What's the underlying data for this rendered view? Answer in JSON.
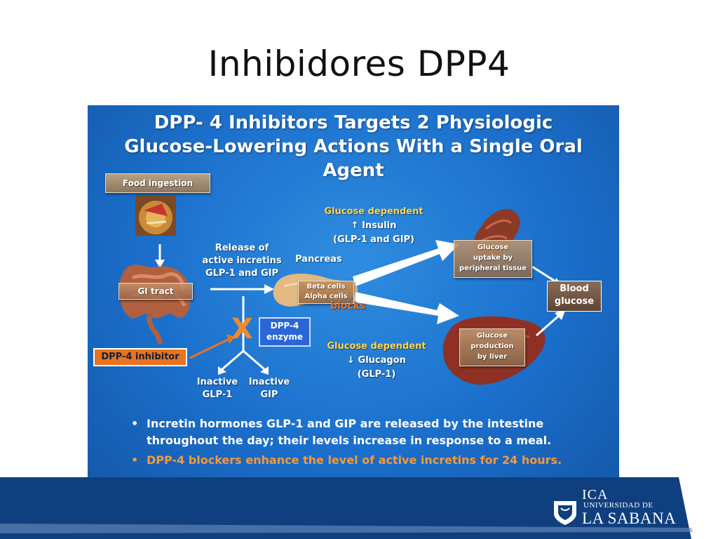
{
  "slide": {
    "title": "Inhibidores DPP4"
  },
  "diagram": {
    "heading_lines": [
      "DPP- 4 Inhibitors Targets 2 Physiologic",
      "Glucose-Lowering Actions With a Single Oral",
      "Agent"
    ],
    "food_ingestion": "Food ingestion",
    "gi_tract": "GI tract",
    "release_lines": [
      "Release of",
      "active incretins",
      "GLP-1 and GIP"
    ],
    "pancreas": "Pancreas",
    "beta_cells": "Beta cells",
    "alpha_cells": "Alpha cells",
    "blocks": "blocks",
    "dpp4_enzyme_lines": [
      "DPP-4",
      "enzyme"
    ],
    "x_mark": "X",
    "dpp4_inhibitor": "DPP-4 inhibitor",
    "inactive_glp1_lines": [
      "Inactive",
      "GLP-1"
    ],
    "inactive_gip_lines": [
      "Inactive",
      "GIP"
    ],
    "insulin_path": {
      "condition": "Glucose dependent",
      "hormone": "↑ Insulin",
      "source": "(GLP-1 and GIP)"
    },
    "glucagon_path": {
      "condition": "Glucose dependent",
      "hormone": "↓ Glucagon",
      "source": "(GLP-1)"
    },
    "uptake_box_lines": [
      "Glucose",
      "uptake by",
      "peripheral tissue"
    ],
    "production_box_lines": [
      "Glucose",
      "production",
      "by liver"
    ],
    "blood_glucose_lines": [
      "Blood",
      "glucose"
    ],
    "bullets": [
      "Incretin hormones GLP-1 and GIP are released by the intestine throughout the day; their levels increase in response to a meal.",
      "DPP-4 blockers enhance the level of active incretins for 24 hours."
    ]
  },
  "logo": {
    "top": "ICA",
    "middle": "UNIVERSIDAD DE",
    "main": "LA SABANA"
  },
  "colors": {
    "footer_blue": "#0f3f7e",
    "panel_blue": "#1b6fcb",
    "highlight_yellow": "#ffd34a",
    "inhibitor_orange": "#e9731e"
  }
}
